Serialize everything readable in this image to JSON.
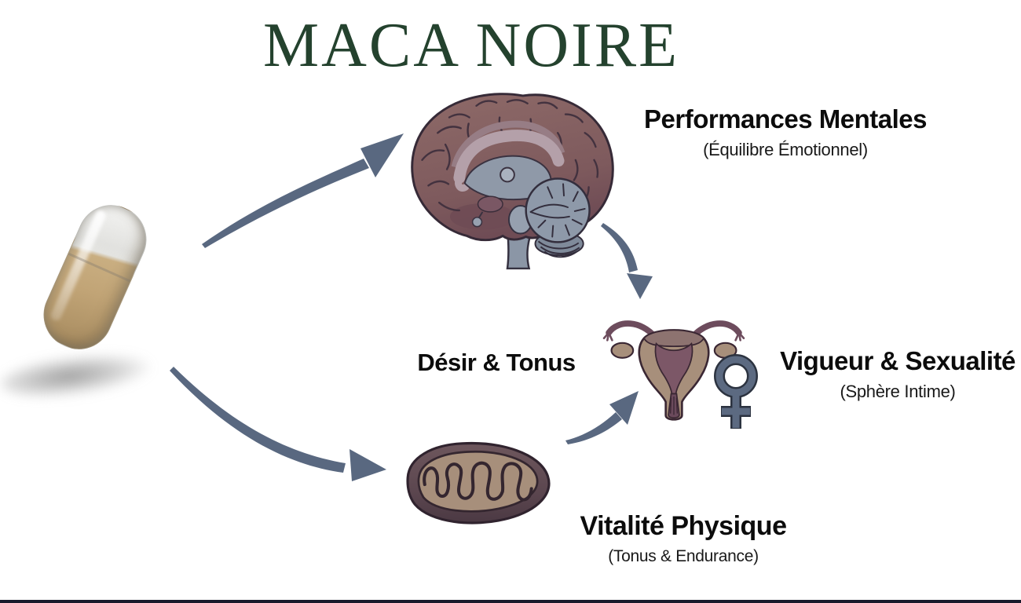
{
  "title": "MACA NOIRE",
  "colors": {
    "title_green": "#24422e",
    "arrow_slate": "#596880",
    "text_black": "#0c0c0c",
    "brain_cortex": "#8a6464",
    "brain_inner_slate": "#8f99a8",
    "mito_membrane": "#5d4950",
    "mito_matrix": "#a78f7b",
    "uterus_body": "#a78f7b",
    "uterus_cavity": "#7c5767",
    "female_symbol": "#5c6a81",
    "capsule_powder": "#c1a476",
    "bottom_bar": "#181a2c"
  },
  "nodes": {
    "brain": {
      "label": "Performances Mentales",
      "sublabel": "(Équilibre Émotionnel)",
      "icon": "brain-illustration"
    },
    "mitochondria": {
      "label": "Vitalité Physique",
      "sublabel": "(Tonus & Endurance)",
      "icon": "mitochondria-illustration"
    },
    "uterus": {
      "label": "Vigueur & Sexualité",
      "sublabel": "(Sphère Intime)",
      "side_label": "Désir & Tonus",
      "icons": [
        "uterus-illustration",
        "female-symbol-icon"
      ]
    },
    "capsule": {
      "icon": "maca-capsule-photo",
      "description_colors": [
        "clear-top",
        "tan-powder"
      ]
    }
  },
  "arrows": [
    {
      "name": "arrow-capsule-to-brain",
      "from": "capsule",
      "to": "brain"
    },
    {
      "name": "arrow-brain-to-uterus",
      "from": "brain",
      "to": "uterus"
    },
    {
      "name": "arrow-capsule-to-mitochondria",
      "from": "capsule",
      "to": "mitochondria"
    },
    {
      "name": "arrow-mitochondria-to-uterus",
      "from": "mitochondria",
      "to": "uterus"
    }
  ]
}
